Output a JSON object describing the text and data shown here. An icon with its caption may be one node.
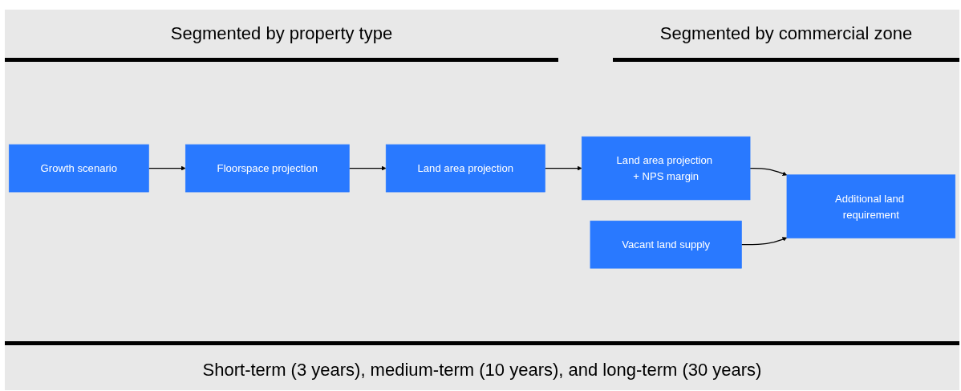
{
  "diagram": {
    "nodes": [
      {
        "text": [
          "Growth scenario"
        ]
      },
      {
        "text": [
          "Floorspace projection"
        ]
      },
      {
        "text": [
          "Land area projection"
        ]
      },
      {
        "text": [
          "Land area projection + NPS margin"
        ]
      },
      {
        "text": [
          "Vacant land supply"
        ]
      },
      {
        "text": [
          "Additional land requirement"
        ]
      }
    ],
    "edges": [
      {
        "from": 0,
        "to": 1,
        "arrow": "to"
      },
      {
        "from": 1,
        "to": 2,
        "arrow": "to"
      },
      {
        "from": 2,
        "to": 3,
        "arrow": "to"
      },
      {
        "from": 3,
        "to": 5,
        "arrow": "to"
      },
      {
        "from": 4,
        "to": 5,
        "arrow": "to"
      }
    ],
    "labels": [
      "Segmented by property type",
      "Segmented by commercial zone",
      "Short-term (3 years), medium-term (10 years), and long-term (30 years)"
    ]
  }
}
